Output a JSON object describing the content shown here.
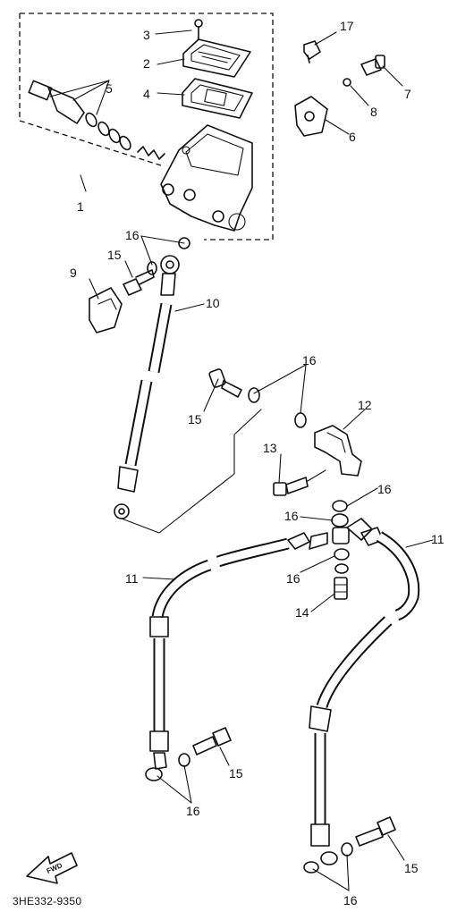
{
  "catalog_code": "3HE332-9350",
  "fwd_label": "FWD",
  "callouts": {
    "c1": "1",
    "c2": "2",
    "c3": "3",
    "c4": "4",
    "c5": "5",
    "c6": "6",
    "c7": "7",
    "c8": "8",
    "c9": "9",
    "c10": "10",
    "c11a": "11",
    "c11b": "11",
    "c12": "12",
    "c13": "13",
    "c14": "14",
    "c15a": "15",
    "c15b": "15",
    "c15c": "15",
    "c15d": "15",
    "c16a": "16",
    "c16b": "16",
    "c16c": "16",
    "c16d": "16",
    "c16e": "16",
    "c16f": "16",
    "c16g": "16",
    "c17": "17"
  },
  "colors": {
    "ink": "#111111",
    "paper": "#ffffff"
  }
}
